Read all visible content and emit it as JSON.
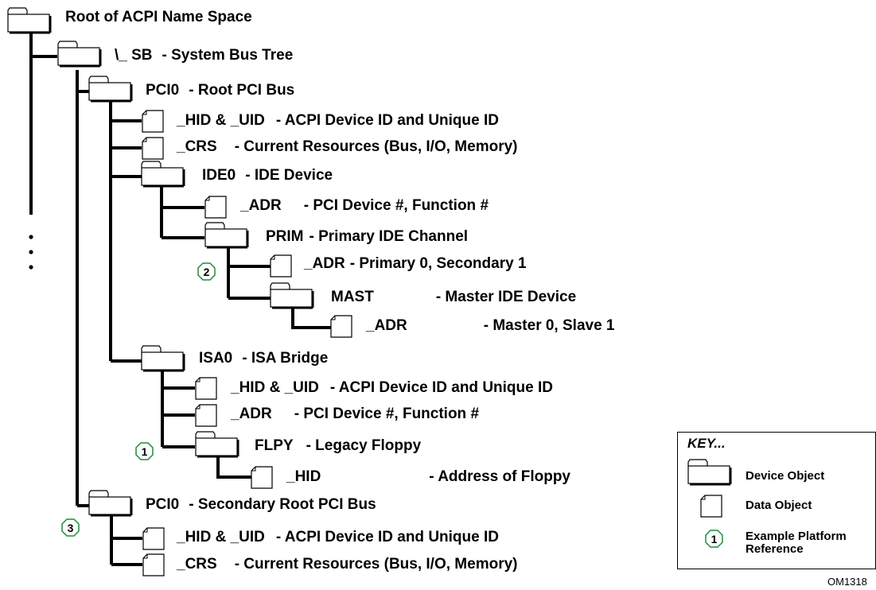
{
  "tree": {
    "root": {
      "name": "Root of ACPI Name Space",
      "desc": ""
    },
    "sb": {
      "name": "\\_ SB",
      "desc": "- System Bus Tree"
    },
    "pci0": {
      "name": "PCI0",
      "desc": "- Root PCI Bus"
    },
    "pci0_hid": {
      "name": "_HID & _UID",
      "desc": "- ACPI Device ID and Unique ID"
    },
    "pci0_crs": {
      "name": "_CRS",
      "desc": "- Current Resources (Bus, I/O, Memory)"
    },
    "ide0": {
      "name": "IDE0",
      "desc": "- IDE Device"
    },
    "ide0_adr": {
      "name": "_ADR",
      "desc": "- PCI Device #, Function #"
    },
    "prim": {
      "name": "PRIM",
      "desc": "- Primary IDE Channel"
    },
    "prim_adr": {
      "name": "_ADR",
      "desc": "- Primary 0, Secondary 1"
    },
    "mast": {
      "name": "MAST",
      "desc": "- Master IDE Device"
    },
    "mast_adr": {
      "name": "_ADR",
      "desc": "- Master 0, Slave 1"
    },
    "isa0": {
      "name": "ISA0",
      "desc": "- ISA Bridge"
    },
    "isa0_hid": {
      "name": "_HID & _UID",
      "desc": "- ACPI Device ID and Unique ID"
    },
    "isa0_adr": {
      "name": "_ADR",
      "desc": "- PCI Device #, Function #"
    },
    "flpy": {
      "name": "FLPY",
      "desc": "- Legacy Floppy"
    },
    "flpy_hid": {
      "name": "_HID",
      "desc": "- Address of Floppy"
    },
    "pci0b": {
      "name": "PCI0",
      "desc": "- Secondary Root PCI Bus"
    },
    "pci0b_hid": {
      "name": "_HID & _UID",
      "desc": "- ACPI Device ID and Unique ID"
    },
    "pci0b_crs": {
      "name": "_CRS",
      "desc": "- Current Resources (Bus, I/O, Memory)"
    }
  },
  "refs": {
    "r1": "1",
    "r2": "2",
    "r3": "3"
  },
  "key": {
    "title": "KEY...",
    "device": "Device Object",
    "data": "Data Object",
    "example": "Example Platform\nReference",
    "example_line1": "Example Platform",
    "example_line2": "Reference",
    "example_num": "1"
  },
  "figure_id": "OM1318",
  "colors": {
    "line": "#000000",
    "ref_circle": "#1a8f3c"
  }
}
